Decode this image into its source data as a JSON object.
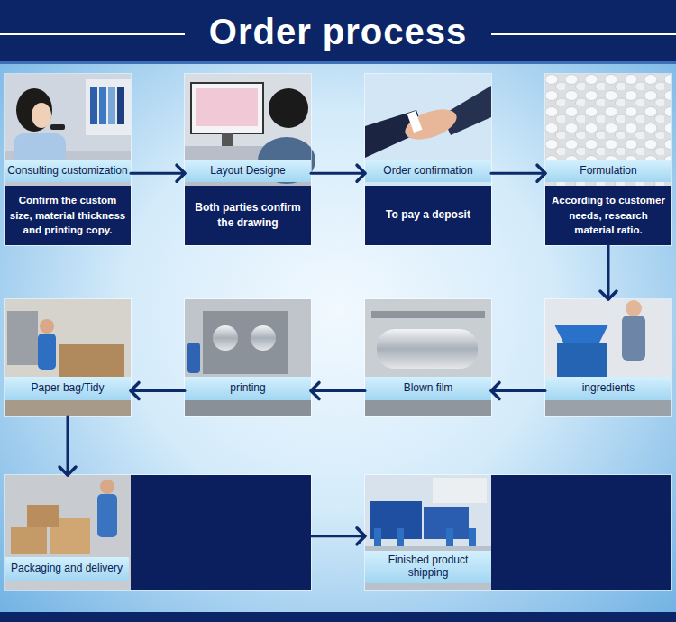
{
  "diagram": {
    "title": "Order process",
    "nodes": [
      {
        "text": [
          "Consulting customization",
          "Confirm the custom size, material thickness and printing copy."
        ]
      },
      {
        "text": [
          "Layout Designe",
          "Both parties confirm the drawing"
        ]
      },
      {
        "text": [
          "Order confirmation",
          "To pay a deposit"
        ]
      },
      {
        "text": [
          "Formulation",
          "According to customer needs, research material ratio."
        ]
      },
      {
        "text": [
          "ingredients"
        ]
      },
      {
        "text": [
          "Blown film"
        ]
      },
      {
        "text": [
          "printing"
        ]
      },
      {
        "text": [
          "Paper bag/Tidy"
        ]
      },
      {
        "text": [
          "Packaging and delivery"
        ]
      },
      {
        "text": [
          "Finished product shipping"
        ]
      }
    ],
    "edges": [
      {
        "from": 0,
        "to": 1,
        "arrow": "to"
      },
      {
        "from": 1,
        "to": 2,
        "arrow": "to"
      },
      {
        "from": 2,
        "to": 3,
        "arrow": "to"
      },
      {
        "from": 3,
        "to": 4,
        "arrow": "to"
      },
      {
        "from": 4,
        "to": 5,
        "arrow": "to"
      },
      {
        "from": 5,
        "to": 6,
        "arrow": "to"
      },
      {
        "from": 6,
        "to": 7,
        "arrow": "to"
      },
      {
        "from": 7,
        "to": 8,
        "arrow": "to"
      },
      {
        "from": 8,
        "to": 9,
        "arrow": "to"
      }
    ]
  }
}
